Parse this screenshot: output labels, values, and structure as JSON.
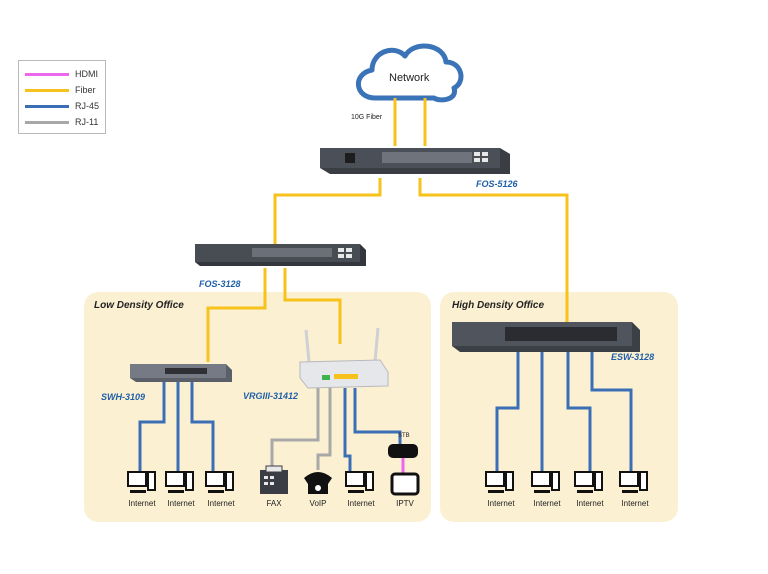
{
  "legend": [
    {
      "label": "HDMI",
      "color": "#ee66ee"
    },
    {
      "label": "Fiber",
      "color": "#f7c21b"
    },
    {
      "label": "RJ-45",
      "color": "#3b6fb5"
    },
    {
      "label": "RJ-11",
      "color": "#a8a8a8"
    }
  ],
  "cloud_label": "Network",
  "fiber_link_label": "10G Fiber",
  "devices": {
    "core": "FOS-5126",
    "agg": "FOS-3128",
    "low_switch": "SWH-3109",
    "gateway": "VRGIII-31412",
    "high_switch": "ESW-3128"
  },
  "zones": {
    "low": "Low Density Office",
    "high": "High Density Office"
  },
  "endpoints": {
    "internet": "Internet",
    "fax": "FAX",
    "voip": "VoIP",
    "iptv": "IPTV",
    "stb": "STB"
  },
  "colors": {
    "fiber": "#f7c21b",
    "rj45": "#3b6fb5",
    "rj11": "#a8a8a8",
    "hdmi": "#ee66ee",
    "zone": "#fbf0d2",
    "label_blue": "#1f5fa8"
  }
}
